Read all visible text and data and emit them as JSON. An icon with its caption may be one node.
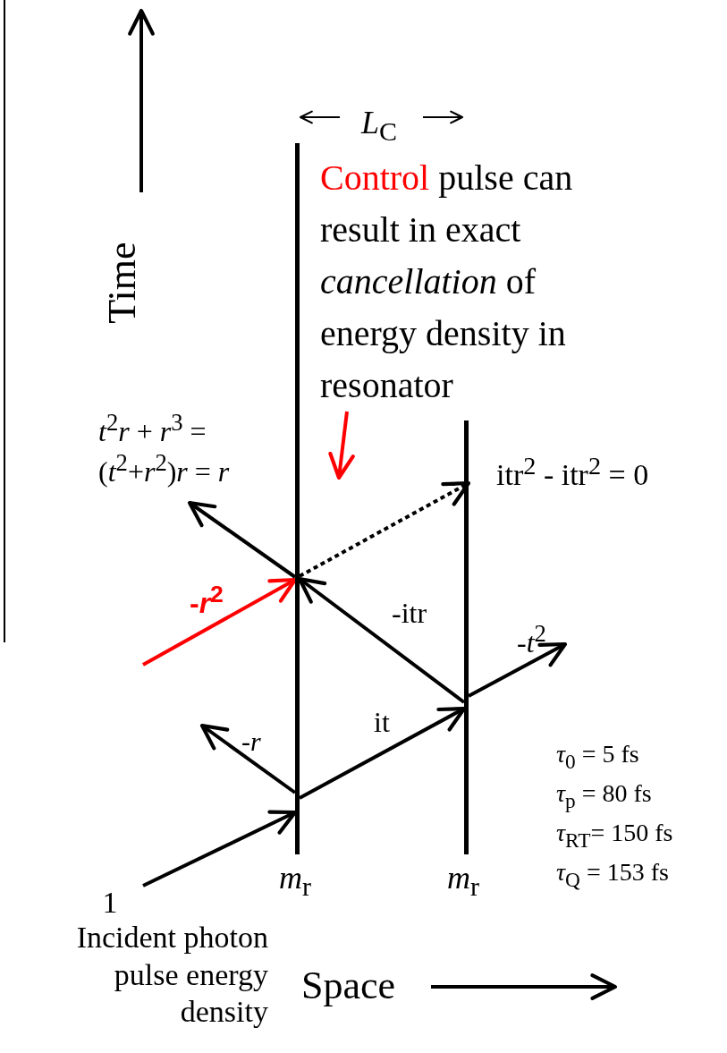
{
  "diagram": {
    "nodes": [
      {
        "text": [
          "*m*$_{r}$"
        ]
      },
      {
        "text": [
          "*m*$_{r}$"
        ]
      },
      {
        "text": [
          "1",
          "Incident photon pulse energy density"
        ]
      },
      {
        "text": [
          "Control pulse can result in exact *cancellation* of energy density in resonator"
        ]
      }
    ],
    "edges": [
      {
        "from": 2,
        "to": 0,
        "arrow": "to"
      },
      {
        "from": 0,
        "to": null,
        "arrow": "to",
        "label": "-*r*"
      },
      {
        "from": 0,
        "to": 1,
        "arrow": "to",
        "label": "it"
      },
      {
        "from": 1,
        "to": null,
        "arrow": "to",
        "label": "-*t*$^{2}$"
      },
      {
        "from": 1,
        "to": 0,
        "arrow": "to",
        "label": "-itr"
      },
      {
        "from": null,
        "to": 0,
        "arrow": "to",
        "label": "-*r*$^{2}$",
        "color": "#ff0000"
      },
      {
        "from": 0,
        "to": null,
        "arrow": "to",
        "label": "*t*$^{2}$*r* + *r*$^{3}$ = (*t*$^{2}$+*r*$^{2}$)*r* = *r*"
      },
      {
        "from": 0,
        "to": 1,
        "arrow": "to",
        "label": "itr$^{2}$ - itr$^{2}$ = 0",
        "style": "dashed"
      },
      {
        "from": 3,
        "to": null,
        "arrow": "to",
        "color": "#ff0000"
      }
    ],
    "labels": [
      "*L*$_{C}$",
      "Time",
      "Space",
      "*τ*$_{0}$ = 5 fs",
      "*τ*$_{p}$ = 80 fs",
      "*τ*$_{RT}$= 150 fs",
      "*τ*$_{Q}$ = 153 fs"
    ]
  }
}
